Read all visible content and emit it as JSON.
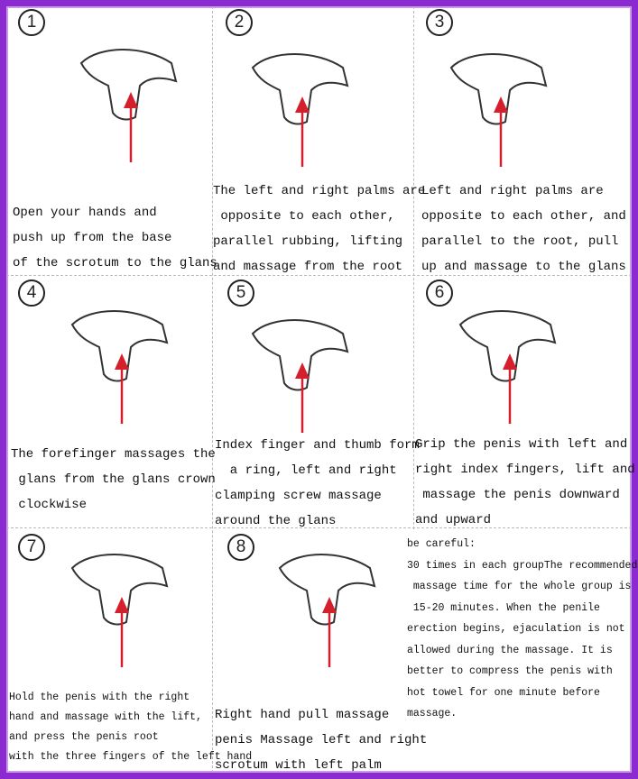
{
  "colors": {
    "frame": "#8b2ad0",
    "arrow": "#d4202c",
    "line": "#333333"
  },
  "steps": [
    {
      "number": "1",
      "lines": [
        "Open your hands and",
        "push up from the base",
        "of the scrotum to the glans"
      ]
    },
    {
      "number": "2",
      "lines": [
        "The left and right palms are",
        " opposite to each other,",
        "parallel rubbing, lifting",
        "and massage from the root"
      ]
    },
    {
      "number": "3",
      "lines": [
        "Left and right palms are",
        "opposite to each other, and",
        "parallel to the root, pull",
        "up and massage to the glans"
      ]
    },
    {
      "number": "4",
      "lines": [
        "The forefinger massages the",
        " glans from the glans crown",
        " clockwise"
      ]
    },
    {
      "number": "5",
      "lines": [
        "Index finger and thumb form",
        "  a ring, left and right",
        "clamping screw massage",
        "around the glans"
      ]
    },
    {
      "number": "6",
      "lines": [
        "Grip the penis with left and",
        "right index fingers, lift and",
        " massage the penis downward",
        "and upward"
      ]
    },
    {
      "number": "7",
      "lines": [
        "Hold the penis with the right",
        "hand and massage with the lift,",
        "and press the penis root",
        "with the three fingers of the left hand"
      ]
    },
    {
      "number": "8",
      "lines": [
        "Right hand pull massage",
        "penis Massage left and right",
        "scrotum with left palm"
      ]
    }
  ],
  "note": {
    "lines": [
      "be careful:",
      "30 times in each groupThe recommended",
      " massage time for the whole group is",
      " 15-20 minutes. When the penile",
      "erection begins, ejaculation is not",
      "allowed during the massage. It is",
      "better to compress the penis with",
      "hot towel for one minute before",
      "massage."
    ]
  }
}
